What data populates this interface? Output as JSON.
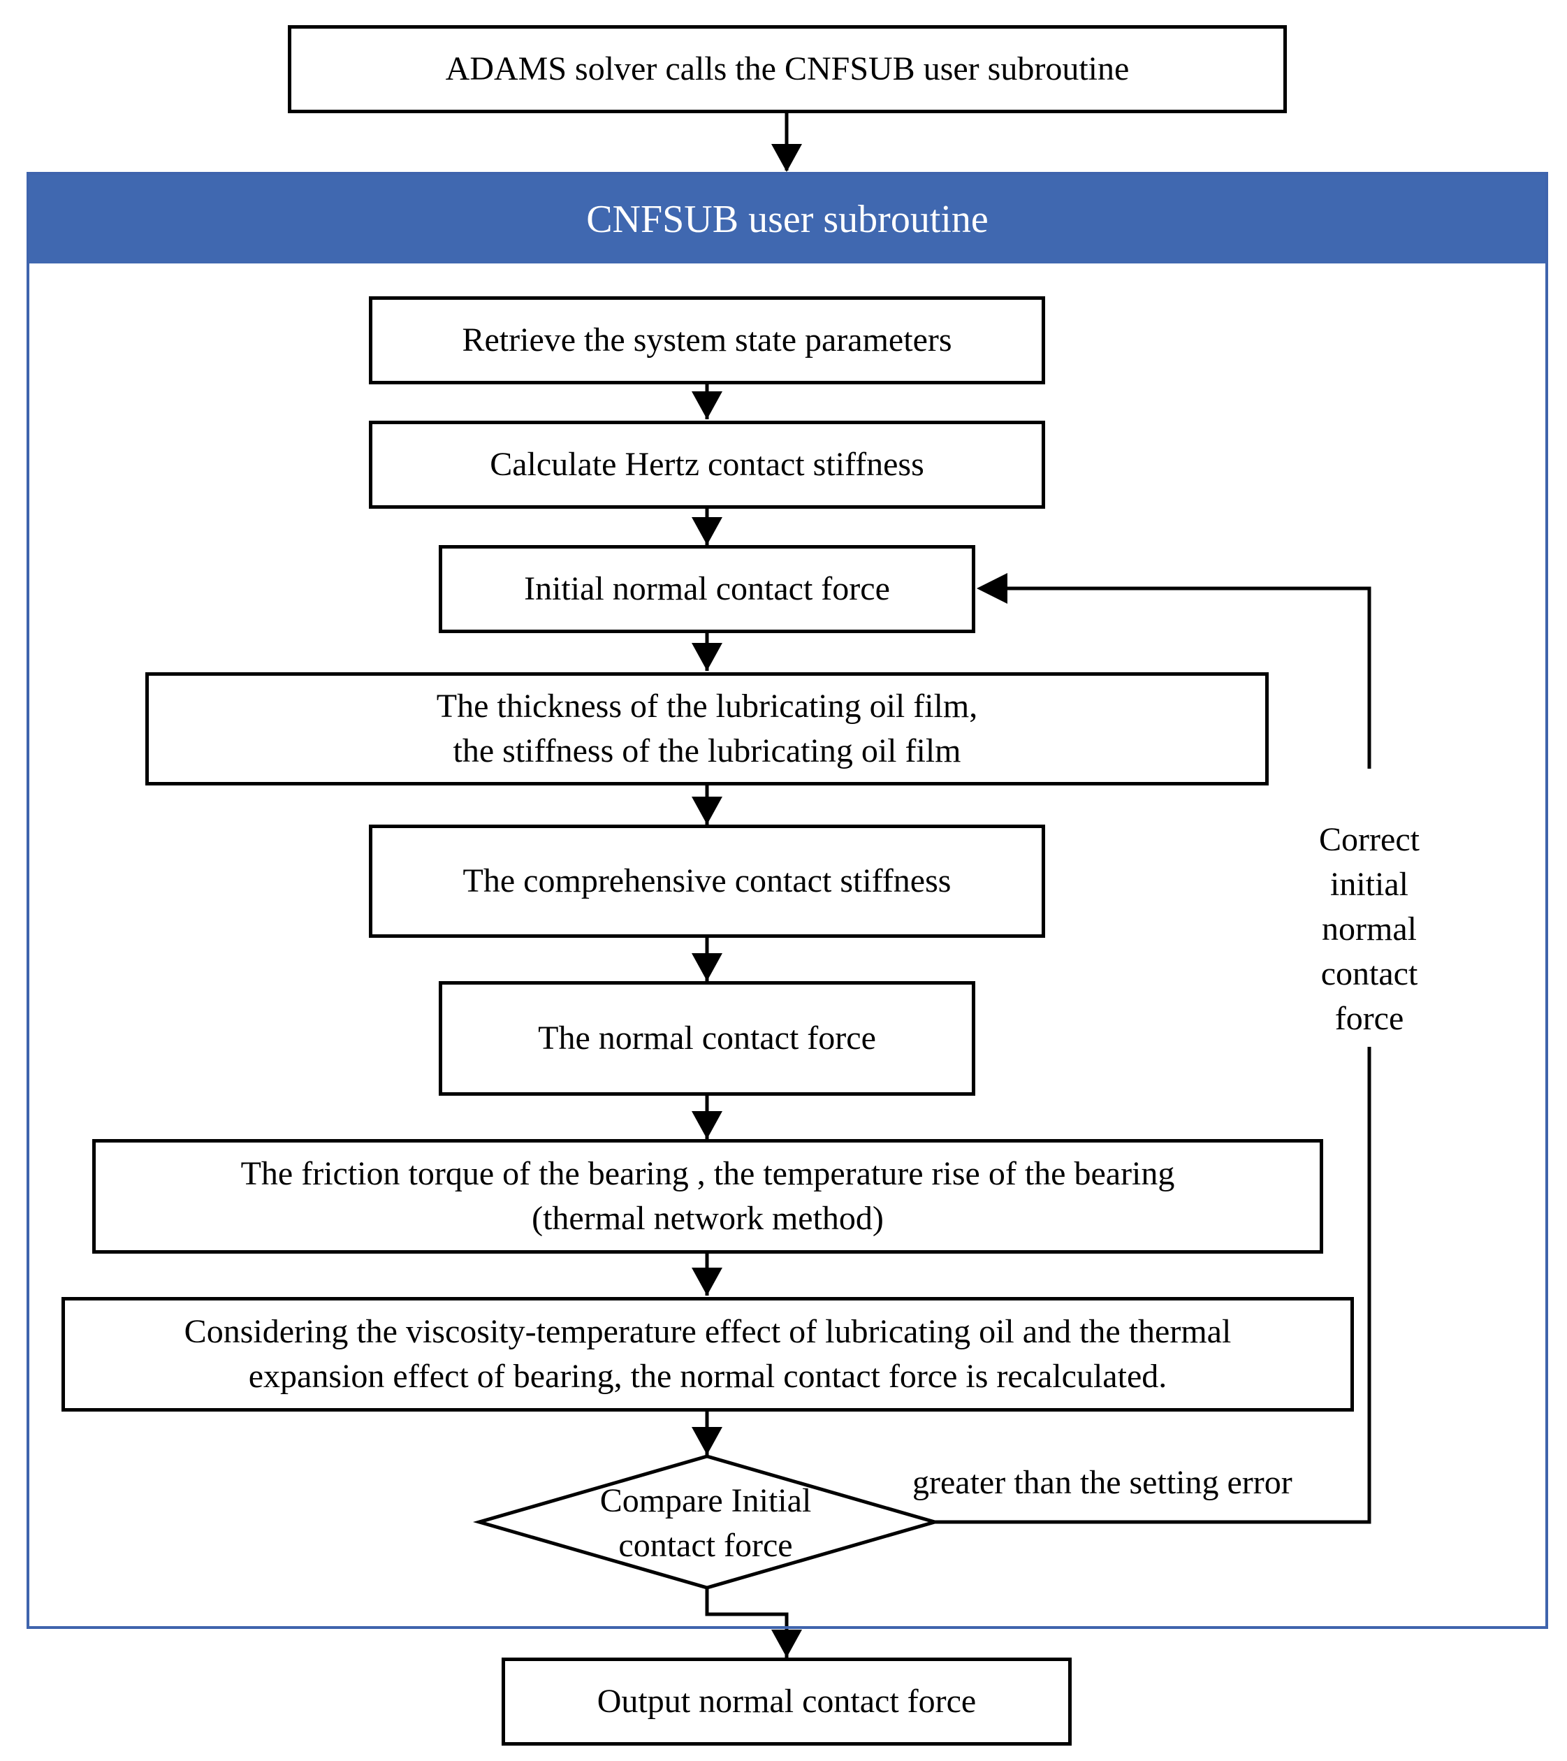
{
  "top_box": "ADAMS solver calls the CNFSUB user subroutine",
  "container_title": "CNFSUB user subroutine",
  "steps": {
    "retrieve": "Retrieve the system state parameters",
    "hertz": "Calculate Hertz contact stiffness",
    "initial_force": "Initial normal contact force",
    "oil_film_line1": "The thickness of the lubricating oil film,",
    "oil_film_line2": "the stiffness of the lubricating oil film",
    "comprehensive": "The comprehensive contact stiffness",
    "normal_force": "The normal contact force",
    "friction_line1": "The friction torque of the bearing ,  the temperature rise of the bearing",
    "friction_line2": "(thermal network method)",
    "recalc_line1": "Considering the viscosity-temperature effect of lubricating oil and the thermal",
    "recalc_line2": "expansion effect of bearing, the normal contact force is recalculated."
  },
  "decision": {
    "line1": "Compare Initial",
    "line2": "contact force",
    "branch_label": "greater than the setting error"
  },
  "loop_label": {
    "line1": "Correct",
    "line2": "initial",
    "line3": "normal",
    "line4": "contact",
    "line5": "force"
  },
  "output_box": "Output normal contact force",
  "colors": {
    "header_fill": "#4068b0",
    "container_border": "#3f64ad",
    "line": "#000000"
  }
}
